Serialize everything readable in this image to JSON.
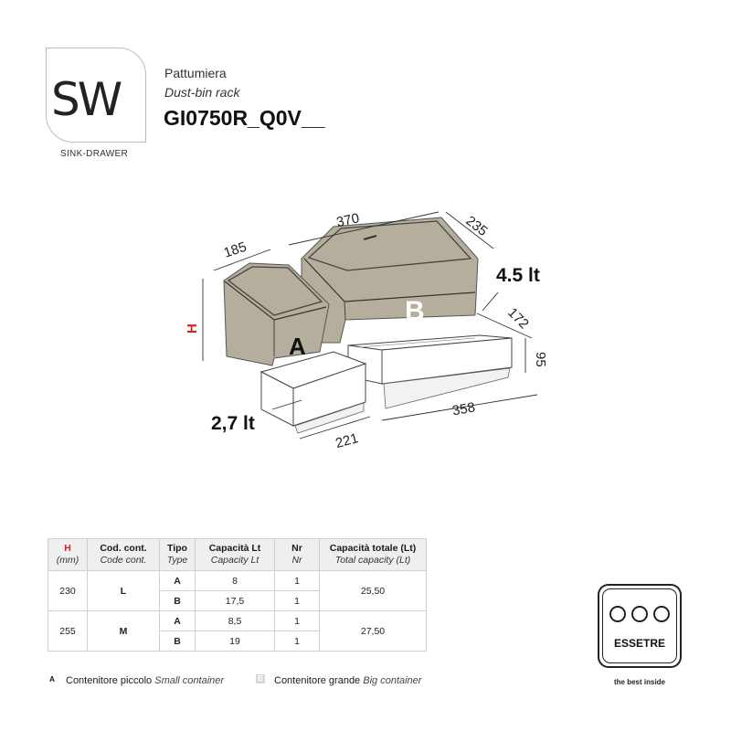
{
  "logo": {
    "text": "SW",
    "subtitle": "SINK-DRAWER"
  },
  "title": {
    "italian": "Pattumiera",
    "english": "Dust-bin rack",
    "code": "GI0750R_Q0V__"
  },
  "drawing": {
    "dimensions": {
      "top_width": "370",
      "top_depth": "235",
      "small_width": "185",
      "big_depth": "172",
      "big_height": "95",
      "big_length": "358",
      "small_length": "221",
      "height_label": "H"
    },
    "container_labels": {
      "a": "A",
      "b": "B"
    },
    "capacities": {
      "big": "4.5 lt",
      "small": "2,7 lt"
    }
  },
  "table": {
    "headers": [
      {
        "main": "H",
        "sub": "(mm)"
      },
      {
        "main": "Cod. cont.",
        "sub": "Code cont."
      },
      {
        "main": "Tipo",
        "sub": "Type"
      },
      {
        "main": "Capacità Lt",
        "sub": "Capacity Lt"
      },
      {
        "main": "Nr",
        "sub": "Nr"
      },
      {
        "main": "Capacità totale (Lt)",
        "sub": "Total capacity (Lt)"
      }
    ],
    "groups": [
      {
        "h": "230",
        "code": "L",
        "total": "25,50",
        "rows": [
          {
            "type": "A",
            "capacity": "8",
            "nr": "1"
          },
          {
            "type": "B",
            "capacity": "17,5",
            "nr": "1"
          }
        ]
      },
      {
        "h": "255",
        "code": "M",
        "total": "27,50",
        "rows": [
          {
            "type": "A",
            "capacity": "8,5",
            "nr": "1"
          },
          {
            "type": "B",
            "capacity": "19",
            "nr": "1"
          }
        ]
      }
    ]
  },
  "legend": {
    "a": {
      "badge": "A",
      "label": "Contenitore piccolo",
      "label_en": "Small container"
    },
    "b": {
      "badge": "B",
      "label": "Contenitore grande",
      "label_en": "Big container"
    }
  },
  "brand": {
    "name": "ESSETRE",
    "tagline": "the best inside"
  },
  "colors": {
    "accent_red": "#d2232a",
    "bin_fill": "#b5ae9c"
  }
}
